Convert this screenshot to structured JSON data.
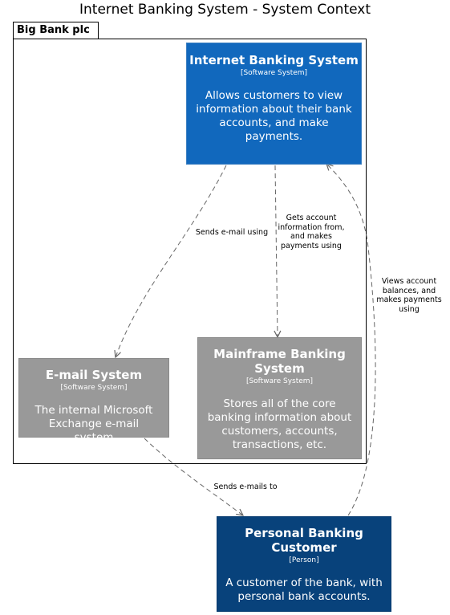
{
  "title": "Internet Banking System - System Context",
  "boundary": {
    "label": "Big Bank plc"
  },
  "nodes": {
    "ibs": {
      "name": "Internet Banking System",
      "stereotype": "[Software System]",
      "description": "Allows customers to view information about their bank accounts, and make payments.",
      "fill": "#1168BD",
      "border": "#3C7FC0"
    },
    "email": {
      "name": "E-mail System",
      "stereotype": "[Software System]",
      "description": "The internal Microsoft Exchange e-mail system",
      "fill": "#999999",
      "border": "#8A8A8A"
    },
    "mainframe": {
      "name": "Mainframe Banking System",
      "stereotype": "[Software System]",
      "description": "Stores all of the core banking information about customers, accounts, transactions, etc.",
      "fill": "#999999",
      "border": "#8A8A8A"
    },
    "customer": {
      "name": "Personal Banking Customer",
      "stereotype": "[Person]",
      "description": "A customer of the bank, with personal bank accounts.",
      "fill": "#08427B",
      "border": "#073B6F"
    }
  },
  "edges": {
    "ibs_email": "Sends e-mail using",
    "ibs_mainframe": "Gets account information from, and makes payments using",
    "customer_ibs": "Views account balances, and makes payments using",
    "email_customer": "Sends e-mails to"
  },
  "colors": {
    "edge": "#666666",
    "boundary": "#000000"
  }
}
